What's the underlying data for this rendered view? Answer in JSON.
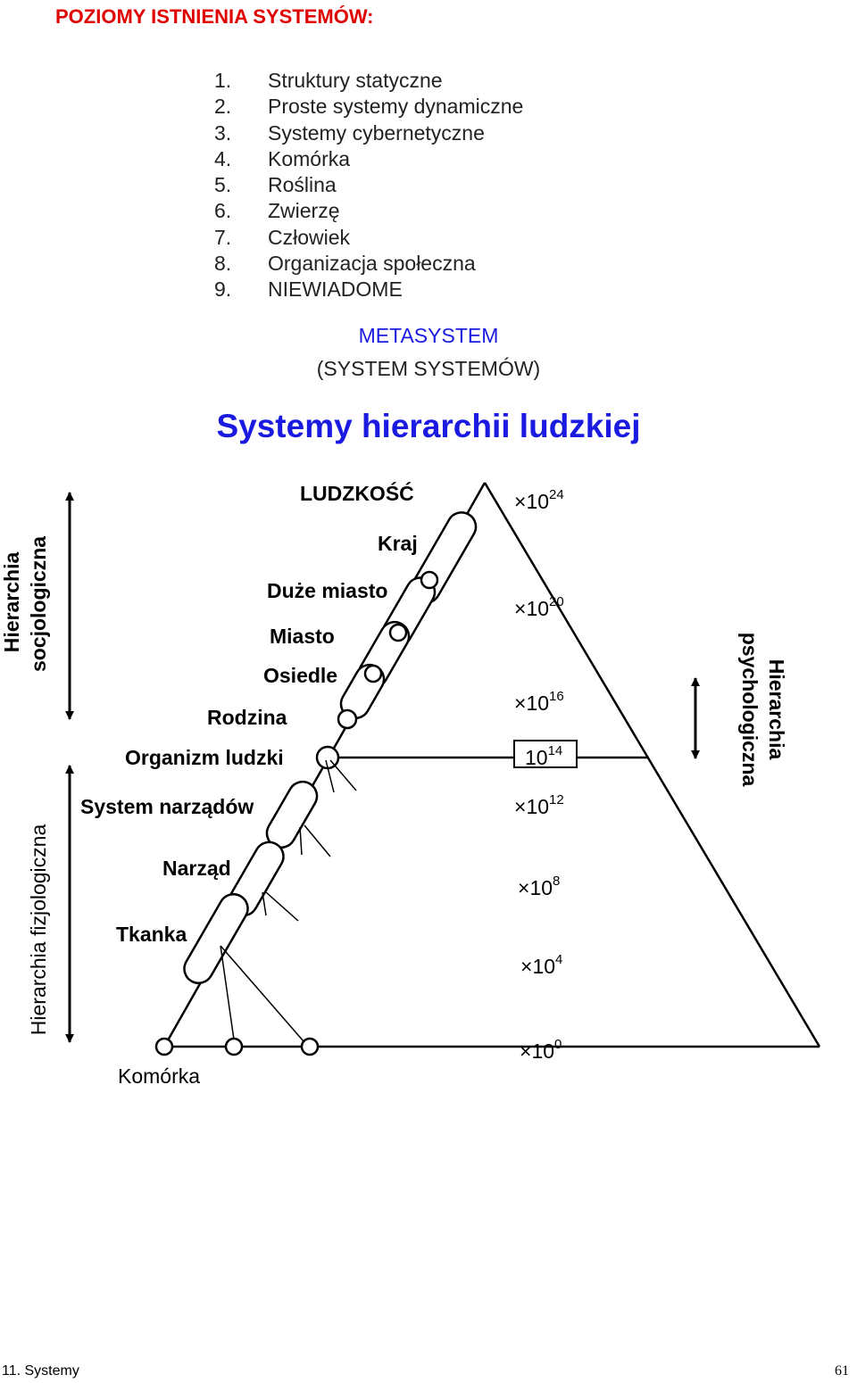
{
  "heading": "POZIOMY ISTNIENIA SYSTEMÓW:",
  "levels": [
    {
      "num": "1.",
      "label": "Struktury statyczne"
    },
    {
      "num": "2.",
      "label": "Proste systemy dynamiczne"
    },
    {
      "num": "3.",
      "label": "Systemy cybernetyczne"
    },
    {
      "num": "4.",
      "label": "Komórka"
    },
    {
      "num": "5.",
      "label": "Roślina"
    },
    {
      "num": "6.",
      "label": "Zwierzę"
    },
    {
      "num": "7.",
      "label": "Człowiek"
    },
    {
      "num": "8.",
      "label": "Organizacja społeczna"
    },
    {
      "num": "9.",
      "label": "NIEWIADOME"
    }
  ],
  "meta": {
    "title": "METASYSTEM",
    "subtitle": "(SYSTEM SYSTEMÓW)"
  },
  "diagram": {
    "title": "Systemy hierarchii ludzkiej",
    "nodes": {
      "ludzkosc": "LUDZKOŚĆ",
      "kraj": "Kraj",
      "duze_miasto": "Duże miasto",
      "miasto": "Miasto",
      "osiedle": "Osiedle",
      "rodzina": "Rodzina",
      "organizm": "Organizm ludzki",
      "system_narzadow": "System narządów",
      "narzad": "Narząd",
      "tkanka": "Tkanka",
      "komorka": "Komórka"
    },
    "scale": {
      "times": "×",
      "base": "10",
      "exponents": [
        "24",
        "20",
        "16",
        "14",
        "12",
        "8",
        "4",
        "0"
      ]
    },
    "side_labels": {
      "socio_line1": "Hierarchia",
      "socio_line2": "socjologiczna",
      "physio": "Hierarchia fizjologiczna",
      "psycho_line1": "Hierarchia",
      "psycho_line2": "psychologiczna"
    }
  },
  "footer": {
    "left": "11. Systemy",
    "right": "61"
  }
}
